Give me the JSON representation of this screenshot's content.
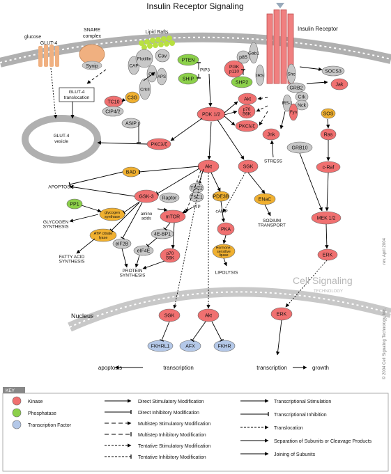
{
  "header": {
    "title": "Insulin Receptor Signaling"
  },
  "colors": {
    "kinase": "#f07070",
    "phosphatase": "#8cd04a",
    "transcription_factor": "#b4c8e8",
    "adaptor": "#c8c8c8",
    "other_enzyme": "#f0b030",
    "membrane": "#d8d8d8",
    "receptor": "#f08080"
  },
  "membrane": {
    "glucose": "glucose",
    "glut4": "GLUT-4",
    "snare": "SNARE\ncomplex",
    "synip": "Synip",
    "lipid_rafts": "Lipid Rafts",
    "insulin_receptor": "Insulin Receptor",
    "glut4_translocation": "GLUT-4\ntranslocation",
    "glut4_vesicle": "GLUT-4\nvesicle",
    "pip3": "PIP3"
  },
  "nodes": {
    "cap": "CAP",
    "flotillin": "Flotillin",
    "cav": "Cav",
    "cbl": "Cbl",
    "aps": "APS",
    "crkii": "CrkII",
    "c3g": "C3G",
    "tc10": "TC10",
    "cip42": "CIP4/2",
    "asip": "ASIP",
    "pten": "PTEN",
    "ship": "SHIP",
    "shp2": "SHP2",
    "p85": "p85",
    "gab1": "Gab1",
    "pi3k": "PI3K\np110",
    "irs_top": "IRS",
    "shc": "Shc",
    "socs3": "SOCS3",
    "jak": "Jak",
    "akt_top": "Akt",
    "p70s6k_top": "p70\nS6K",
    "pkc_top": "PKCλ/ζ",
    "pdk12": "PDK 1/2",
    "grb2": "GRB2",
    "crk": "Crk",
    "nck": "Nck",
    "irs1": "IRS-1",
    "fyn": "Fyn",
    "sos": "SOS",
    "ras": "Ras",
    "grb10": "GRB10",
    "craf": "c-Raf",
    "jnk": "Jnk",
    "stress": "STRESS",
    "pkc_left": "PKCλ/ζ",
    "akt_mid": "Akt",
    "sgk_mid": "SGK",
    "bad": "BAD",
    "apoptosis": "APOPTOSIS",
    "gsk3": "GSK-3",
    "raptor": "Raptor",
    "tsc2": "TSC2",
    "tsc1": "TSC1",
    "pde3b": "PDE3B",
    "camp": "cAMP",
    "enac": "ENaC",
    "sodium": "SODIUM\nTRANSPORT",
    "pp1": "PP1",
    "glycogen_synthase": "glycogen\nsynthase",
    "glycogen_synthesis": "GLYCOGEN\nSYNTHESIS",
    "amino_acids": "amino\nacids",
    "mtor": "mTOR",
    "atp": "ATP",
    "ebp1": "4E-BP1",
    "atp_citrate": "ATP citrate\nlyase",
    "eif2b": "eIF2B",
    "eif4e": "eIF4E",
    "p70s6k_mid": "p70\nS6K",
    "fatty_acid": "FATTY ACID\nSYNTHESIS",
    "protein_synth": "PROTEIN\nSYNTHESIS",
    "pka": "PKA",
    "hsl": "Hormone-\nsensitive\nlipase",
    "lipolysis": "LIPOLYSIS",
    "mek": "MEK 1/2",
    "erk_mid": "ERK",
    "nucleus": "Nucleus",
    "sgk_nuc": "SGK",
    "akt_nuc": "Akt",
    "erk_nuc": "ERK",
    "fkhrl1": "FKHRL1",
    "afx": "AFX",
    "fkhr": "FKHR",
    "apoptosis_low": "apoptosis",
    "transcription_left": "transcription",
    "transcription_right": "transcription",
    "growth": "growth"
  },
  "watermark": {
    "brand": "Cell Signaling",
    "sub": "TECHNOLOGY",
    "side_revision": "rev. April 2004",
    "side_copyright": "© 2004 Cell Signaling Technology, Inc."
  },
  "key": {
    "title": "KEY",
    "legend_types": [
      "Kinase",
      "Phosphatase",
      "Transcription Factor"
    ],
    "arrows_middle": [
      "Direct Stimulatory Modification",
      "Direct Inhibitory Modification",
      "Multistep Stimulatory Modification",
      "Multistep Inhibitory Modification",
      "Tentative Stimulatory Modification",
      "Tentative Inhibitory Modification"
    ],
    "arrows_right": [
      "Transcriptional Stimulation",
      "Transcriptional Inhibition",
      "Translocation",
      "Separation of Subunits or Cleavage Products",
      "Joining of Subunits"
    ]
  }
}
